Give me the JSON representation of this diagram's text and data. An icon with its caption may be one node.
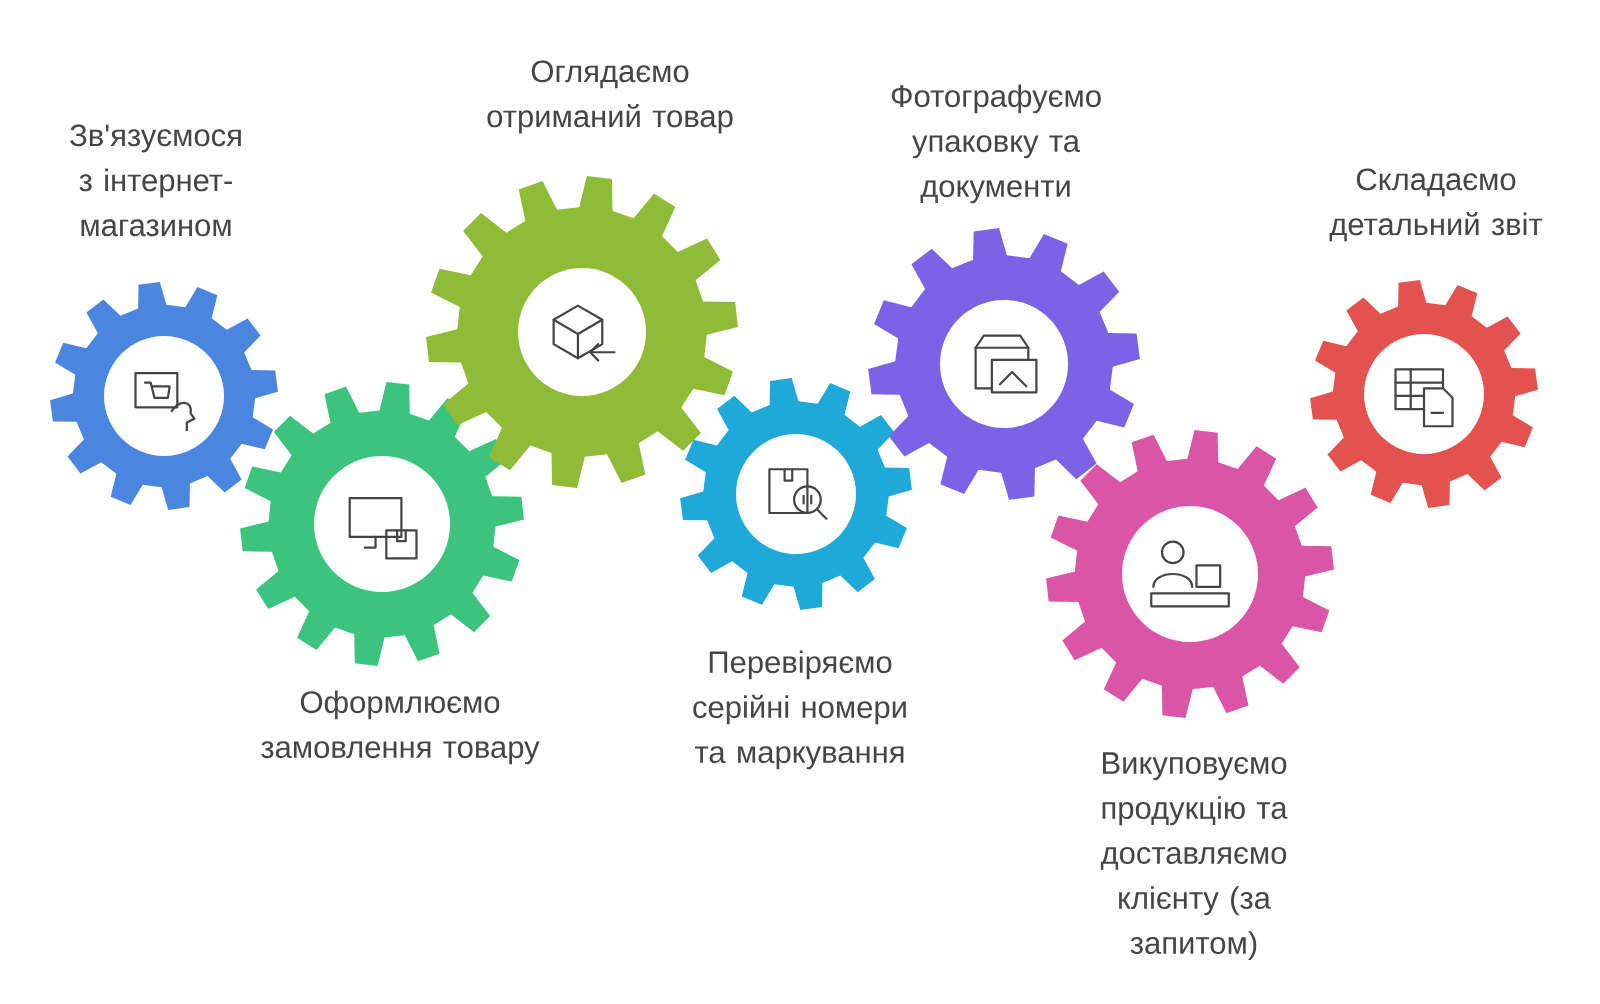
{
  "diagram": {
    "nodes": [
      {
        "text": [],
        "shape": "gear",
        "beside": [
          "Зв'язуємося з інтернет-магазином"
        ]
      },
      {
        "text": [],
        "shape": "gear",
        "beside": [
          "Оформлюємо замовлення товару"
        ]
      },
      {
        "text": [],
        "shape": "gear",
        "beside": [
          "Оглядаємо отриманий товар"
        ]
      },
      {
        "text": [],
        "shape": "gear",
        "beside": [
          "Перевіряємо серійні номери та маркування"
        ]
      },
      {
        "text": [],
        "shape": "gear",
        "beside": [
          "Фотографуємо упаковку та документи"
        ]
      },
      {
        "text": [],
        "shape": "gear",
        "beside": [
          "Викуповуємо продукцію та доставляємо клієнту (за запитом)"
        ]
      },
      {
        "text": [],
        "shape": "gear",
        "beside": [
          "Складаємо детальний звіт"
        ]
      }
    ]
  }
}
